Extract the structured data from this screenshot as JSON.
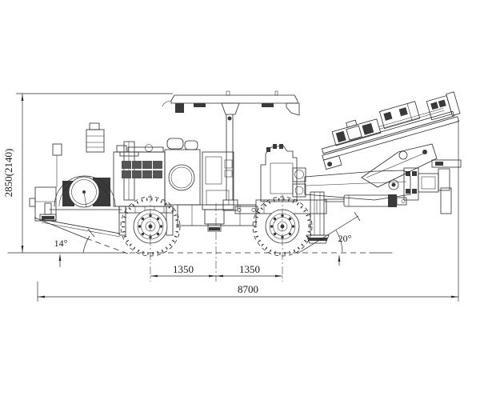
{
  "diagram": {
    "subject": "drilling jumbo side-view engineering drawing",
    "colors": {
      "line": "#2b2b2b",
      "background": "#ffffff",
      "dark_fill": "#3a3a3a"
    },
    "dimensions": {
      "height": "2850(2140)",
      "approach_angle": "14°",
      "departure_angle": "20°",
      "wheelbase_front": "1350",
      "wheelbase_rear": "1350",
      "overall_length": "8700"
    }
  }
}
